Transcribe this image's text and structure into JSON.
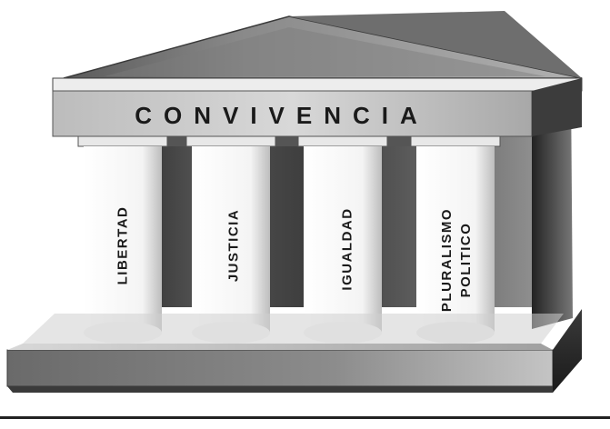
{
  "temple": {
    "frieze_text": "CONVIVENCIA",
    "columns": [
      {
        "lines": [
          "LIBERTAD"
        ]
      },
      {
        "lines": [
          "JUSTICIA"
        ]
      },
      {
        "lines": [
          "IGUALDAD"
        ]
      },
      {
        "lines": [
          "PLURALISMO",
          "POLITICO"
        ]
      }
    ]
  }
}
